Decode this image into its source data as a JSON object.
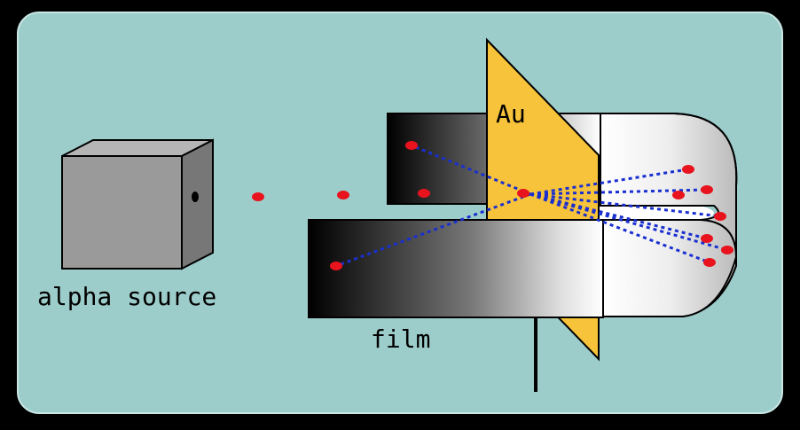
{
  "diagram": {
    "labels": {
      "foil": "Au",
      "source": "alpha source",
      "detector": "film"
    },
    "colors": {
      "background_panel": "#9dcdcb",
      "frame": "#000000",
      "foil": "#f7c33a",
      "particle": "#e8131d",
      "trajectory": "#1a2fd0",
      "source_box": "#9a9a9a"
    }
  }
}
